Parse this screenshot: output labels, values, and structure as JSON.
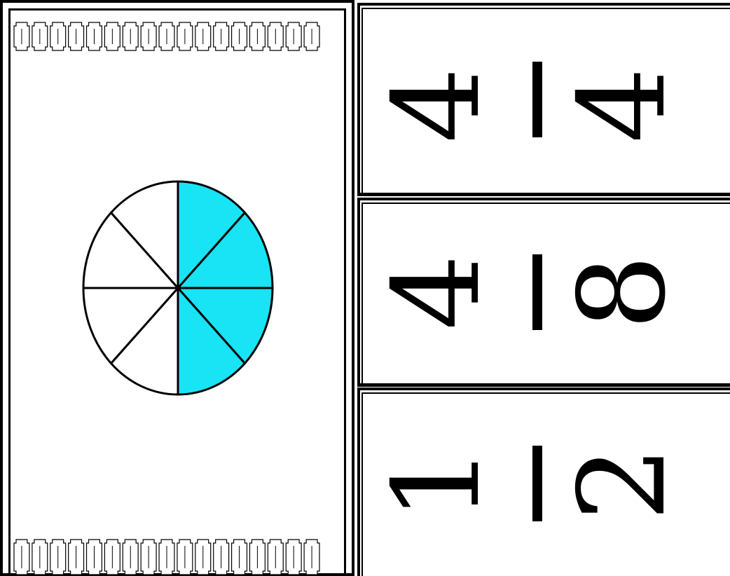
{
  "picture_card": {
    "pie": {
      "total_slices": 8,
      "shaded_slices": 4,
      "shaded_color": "#18e4f6",
      "unshaded_color": "#ffffff",
      "outline_color": "#000000"
    },
    "border_pattern": "puzzle-scroll-border"
  },
  "fraction_cards": [
    {
      "numerator": "4",
      "denominator": "4"
    },
    {
      "numerator": "4",
      "denominator": "8"
    },
    {
      "numerator": "1",
      "denominator": "2"
    }
  ]
}
